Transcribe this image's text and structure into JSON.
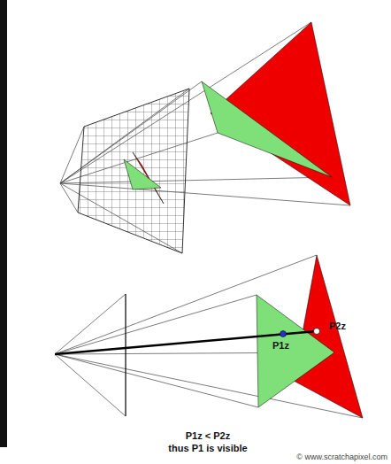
{
  "diagram": {
    "labels": [
      "P2z",
      "P1z",
      "P1z < P2z",
      "thus P1 is visible",
      "© www.scratchapixel.com"
    ]
  }
}
